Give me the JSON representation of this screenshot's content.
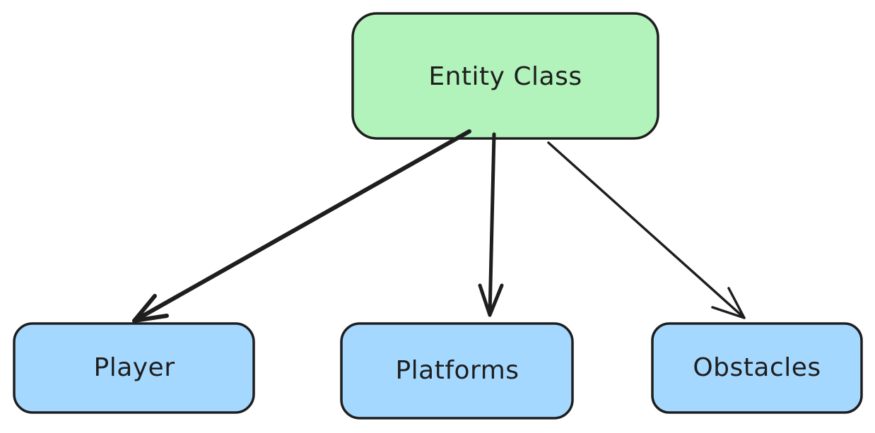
{
  "diagram": {
    "nodes": {
      "root": {
        "label": "Entity Class",
        "fill": "#b2f2bb"
      },
      "player": {
        "label": "Player",
        "fill": "#a5d8ff"
      },
      "platforms": {
        "label": "Platforms",
        "fill": "#a5d8ff"
      },
      "obstacles": {
        "label": "Obstacles",
        "fill": "#a5d8ff"
      }
    },
    "edges": [
      {
        "from": "Entity Class",
        "to": "Player"
      },
      {
        "from": "Entity Class",
        "to": "Platforms"
      },
      {
        "from": "Entity Class",
        "to": "Obstacles"
      }
    ],
    "stroke_color": "#1e1e1e"
  }
}
